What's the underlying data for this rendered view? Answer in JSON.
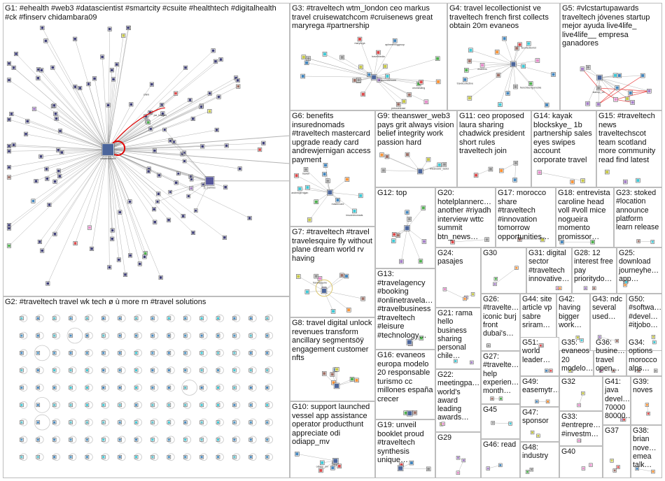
{
  "groups": [
    {
      "id": "G1",
      "label": "G1: #ehealth #web3 #datascientist #smartcity #csuite #healthtech #digitalhealth #ck #finserv chidambara09",
      "nodeLabels": [
        "chidambara09",
        "chimi",
        "joe_bridges",
        "jc_parmes"
      ]
    },
    {
      "id": "G2",
      "label": "G2: #traveltech travel wk tech ø ù more rn #travel solutions",
      "nodeLabels": []
    },
    {
      "id": "G3",
      "label": "G3: #traveltech wtm_london ceo markus travel cruisewatchcom #cruisenews great maryrega #partnership",
      "nodeLabels": [
        "aplmeteringgroup",
        "pressrelease",
        "ceominding",
        "travelmedia",
        "cruisewatchcom",
        "maryrega"
      ]
    },
    {
      "id": "G4",
      "label": "G4: travel lecollectionist ve traveltech french first collects obtain 20m evaneos",
      "nodeLabels": [
        "travelcollective",
        "lecollectionist",
        "evaneos",
        "frenchtechgrenoble"
      ]
    },
    {
      "id": "G5",
      "label": "G5: #vlcstartupawards traveltech jóvenes startup mejor ayuda live4life_ live4life__ empresa ganadores",
      "nodeLabels": [
        "startup_vlc"
      ]
    },
    {
      "id": "G6",
      "label": "G6: benefits insurednomads #traveltech mastercard upgrade ready card andrewjernigan access payment",
      "nodeLabels": [
        "insurednomads",
        "andrewjernigan",
        "mastercard",
        "trawell"
      ]
    },
    {
      "id": "G7",
      "label": "G7: #traveltech #travel travelesquire fly without plane dream world rv having",
      "nodeLabels": [
        "travelesquire"
      ]
    },
    {
      "id": "G8",
      "label": "G8: travel digital unlock revenues transform ancillary segmentsöÿ engagement customer nfts",
      "nodeLabels": []
    },
    {
      "id": "G9",
      "label": "G9: theanswer_web3 pays grit always vision belief integrity work passion hard",
      "nodeLabels": [
        "theanswer_web3"
      ]
    },
    {
      "id": "G10",
      "label": "G10: support launched vessel app assistance operator producthunt appreciate odi odiapp_mv",
      "nodeLabels": [
        "odiapp_mv"
      ]
    },
    {
      "id": "G11",
      "label": "G11: ceo proposed laura sharing chadwick president short rules traveltech join",
      "nodeLabels": []
    },
    {
      "id": "G12",
      "label": "G12: top",
      "nodeLabels": []
    },
    {
      "id": "G13",
      "label": "G13: #travelagency #booking #onlinetravela… #travelbusiness #traveltech #leisure #technology…",
      "nodeLabels": []
    },
    {
      "id": "G14",
      "label": "G14: kayak blockskye_ 1b partnership sales eyes swipes account corporate travel",
      "nodeLabels": []
    },
    {
      "id": "G15",
      "label": "G15: #traveltech news traveltechscot team scotland more community read find latest",
      "nodeLabels": []
    },
    {
      "id": "G16",
      "label": "G16: evaneos europa modelo 20 responsable turismo cc millones españa crecer",
      "nodeLabels": []
    },
    {
      "id": "G17",
      "label": "G17: morocco share #traveltech #innovation tomorrow opportunities…",
      "nodeLabels": []
    },
    {
      "id": "G18",
      "label": "G18: entrevista caroline head voll #voll mice nogueira momento promissor…",
      "nodeLabels": []
    },
    {
      "id": "G19",
      "label": "G19: unveil booklet proud #traveltech synthesis unique…",
      "nodeLabels": []
    },
    {
      "id": "G20",
      "label": "G20: hotelplannerc… another #riyadh interview wttc summit btn_news…",
      "nodeLabels": []
    },
    {
      "id": "G21",
      "label": "G21: rama hello business sharing personal chile…",
      "nodeLabels": []
    },
    {
      "id": "G22",
      "label": "G22: meetingpa… world's award leading awards…",
      "nodeLabels": []
    },
    {
      "id": "G23",
      "label": "G23: stoked #location announce platform learn release",
      "nodeLabels": []
    },
    {
      "id": "G24",
      "label": "G24: pasajes",
      "nodeLabels": []
    },
    {
      "id": "G25",
      "label": "G25: download journeyhe… app…",
      "nodeLabels": []
    },
    {
      "id": "G26",
      "label": "G26: #travelte… iconic burj front dubai's…",
      "nodeLabels": []
    },
    {
      "id": "G27",
      "label": "G27: #travelte… help experien… month…",
      "nodeLabels": []
    },
    {
      "id": "G28",
      "label": "G28: 12 interest free pay prioritydo…",
      "nodeLabels": []
    },
    {
      "id": "G29",
      "label": "G29",
      "nodeLabels": []
    },
    {
      "id": "G30",
      "label": "G30",
      "nodeLabels": []
    },
    {
      "id": "G31",
      "label": "G31: digital sector #traveltech innovative…",
      "nodeLabels": []
    },
    {
      "id": "G32",
      "label": "G32",
      "nodeLabels": []
    },
    {
      "id": "G33",
      "label": "G33: #entrepre… #investm…",
      "nodeLabels": []
    },
    {
      "id": "G34",
      "label": "G34: options morocco alps…",
      "nodeLabels": []
    },
    {
      "id": "G35",
      "label": "G35: evaneos 20 modelo…",
      "nodeLabels": []
    },
    {
      "id": "G36",
      "label": "G36: busine… travel open…",
      "nodeLabels": []
    },
    {
      "id": "G37",
      "label": "G37",
      "nodeLabels": []
    },
    {
      "id": "G38",
      "label": "G38: brian nove… emea talk…",
      "nodeLabels": []
    },
    {
      "id": "G39",
      "label": "G39: noves",
      "nodeLabels": []
    },
    {
      "id": "G40",
      "label": "G40",
      "nodeLabels": []
    },
    {
      "id": "G41",
      "label": "G41: java devel… 70000 80000…",
      "nodeLabels": []
    },
    {
      "id": "G42",
      "label": "G42: having bigger work…",
      "nodeLabels": []
    },
    {
      "id": "G43",
      "label": "G43: ndc several used…",
      "nodeLabels": []
    },
    {
      "id": "G44",
      "label": "G44: site article vp sabre sriram…",
      "nodeLabels": []
    },
    {
      "id": "G45",
      "label": "G45",
      "nodeLabels": []
    },
    {
      "id": "G46",
      "label": "G46: read",
      "nodeLabels": []
    },
    {
      "id": "G47",
      "label": "G47: sponsor",
      "nodeLabels": []
    },
    {
      "id": "G48",
      "label": "G48: industry",
      "nodeLabels": []
    },
    {
      "id": "G49",
      "label": "G49: easemytr…",
      "nodeLabels": []
    },
    {
      "id": "G50",
      "label": "G50: #softwa… #devel… #itjobo…",
      "nodeLabels": []
    },
    {
      "id": "G51",
      "label": "G51: world leader…",
      "nodeLabels": []
    }
  ],
  "colors": {
    "border": "#bdbdbd",
    "edge": "#9a9a9a",
    "loop": "#e00000",
    "nodeFill": "#1a1a5e",
    "accent": [
      "#1f6fb2",
      "#2ca02c",
      "#d62728",
      "#9467bd",
      "#e377c2",
      "#ff7f0e",
      "#17becf",
      "#bcbd22",
      "#8c564b",
      "#7f7f7f"
    ]
  }
}
